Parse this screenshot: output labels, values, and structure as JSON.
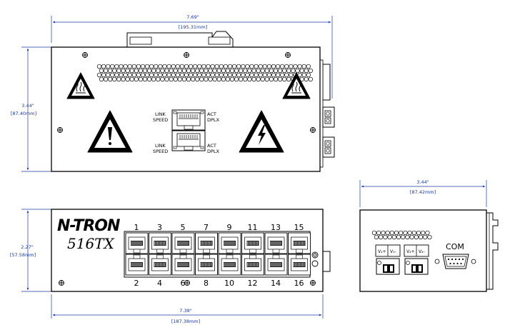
{
  "top_view": {
    "width_in": "7.69\"",
    "width_mm": "[195.31mm]",
    "height_in": "3.44\"",
    "height_mm": "[87.40mm]",
    "port_labels": {
      "upper_left_1": "LINK",
      "upper_left_2": "SPEED",
      "upper_right_1": "ACT",
      "upper_right_2": "DPLX",
      "lower_left_1": "LINK",
      "lower_left_2": "SPEED",
      "lower_right_1": "ACT",
      "lower_right_2": "DPLX"
    }
  },
  "front_view": {
    "brand": "N-TRON",
    "model": "516TX",
    "height_in": "2.27\"",
    "height_mm": "[57.58mm]",
    "width_in": "7.38\"",
    "width_mm": "[187.38mm]",
    "top_ports": [
      "1",
      "3",
      "5",
      "7",
      "9",
      "11",
      "13",
      "15"
    ],
    "bottom_ports": [
      "2",
      "4",
      "6",
      "8",
      "10",
      "12",
      "14",
      "16"
    ]
  },
  "side_view": {
    "width_in": "3.44\"",
    "width_mm": "[87.42mm]",
    "com_label": "COM",
    "power_1_plus": "V₁+",
    "power_1_minus": "V₁-",
    "power_2_plus": "V₂+",
    "power_2_minus": "V₂-"
  },
  "colors": {
    "dimension": "#1a3a9c",
    "outline": "#000000"
  }
}
